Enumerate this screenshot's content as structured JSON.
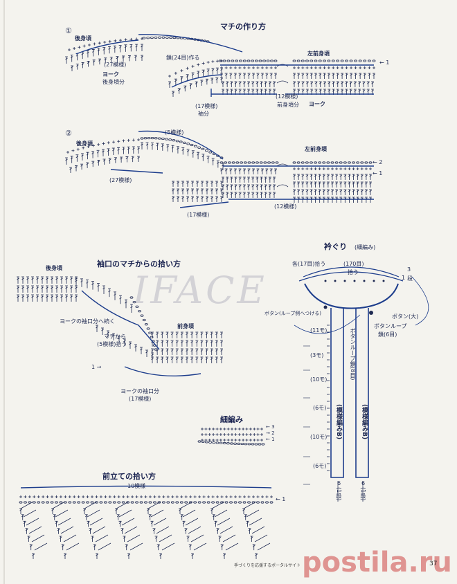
{
  "sections": {
    "gusset_title": "マチの作り方",
    "step1": "①",
    "step2": "②",
    "sleeve_pickup_title": "袖口のマチからの拾い方",
    "neckline_title": "衿ぐり",
    "neckline_sub": "(細編み)",
    "sc_title": "細編み",
    "placket_title": "前立ての拾い方"
  },
  "diagram1": {
    "back": "後身頃",
    "yoke_27": "(27模様)",
    "yoke": "ヨーク",
    "yoke_back": "後身頃分",
    "chain_note": "鎖(24目)作る",
    "left_front": "左前身頃",
    "row1": "← 1",
    "pattern17": "(17模様)",
    "sleeve": "袖分",
    "pattern12": "(12模様)",
    "front_part": "前身頃分",
    "yoke2": "ヨーク"
  },
  "diagram2": {
    "back": "後身頃",
    "pattern5": "(5模様)",
    "left_front": "左前身頃",
    "row2": "← 2",
    "row1": "← 1",
    "yoke_27": "(27模様)",
    "pattern12": "(12模様)",
    "pattern17": "(17模様)"
  },
  "sleeve": {
    "back": "後身頃",
    "yoke_cont": "ヨークの袖口分へ続く",
    "gusset_from": "マチから",
    "gusset_pick": "(5模様)拾う",
    "front": "前身頃",
    "row1": "1 →",
    "yoke_sleeve": "ヨークの袖口分",
    "yoke_sleeve_count": "(17模様)"
  },
  "neckline": {
    "each17": "各(17目)拾う",
    "pick170": "(170目)",
    "pick": "拾う",
    "row1": "1",
    "rows3": "3",
    "rows_unit": "段",
    "button_loop_on": "ボタン(ループ側へつける)",
    "button_large": "ボタン(大)",
    "button_loop_label": "ボタンループ",
    "button_loop_chain": "鎖(6目)",
    "m11": "(11モ)",
    "m3": "(3モ)",
    "m10a": "(10モ)",
    "m6a": "(6モ)",
    "m10b": "(10モ)",
    "m6b": "(6モ)",
    "loop_chain": "ボタンループ鎖(8目)",
    "pattern_b1": "(模様編みB)",
    "pattern_b2": "(模様編みB)",
    "bottom_left_6": "6",
    "bottom_left_rows": "(1段)",
    "bottom_right_6": "6",
    "bottom_right_rows": "(1段)"
  },
  "sc": {
    "r3": "← 3",
    "r2": "→ 2",
    "r1": "← 1"
  },
  "placket": {
    "patterns": "10模様",
    "row1": "← 1"
  },
  "footer": {
    "text": "手づくりを応援するポータルサイト",
    "page": "37"
  },
  "watermarks": {
    "iface": "IFACE",
    "postila": "postila.ru"
  },
  "colors": {
    "ink": "#1f2a52",
    "accent_blue": "#1d3d8c",
    "paper": "#f4f3ee"
  }
}
